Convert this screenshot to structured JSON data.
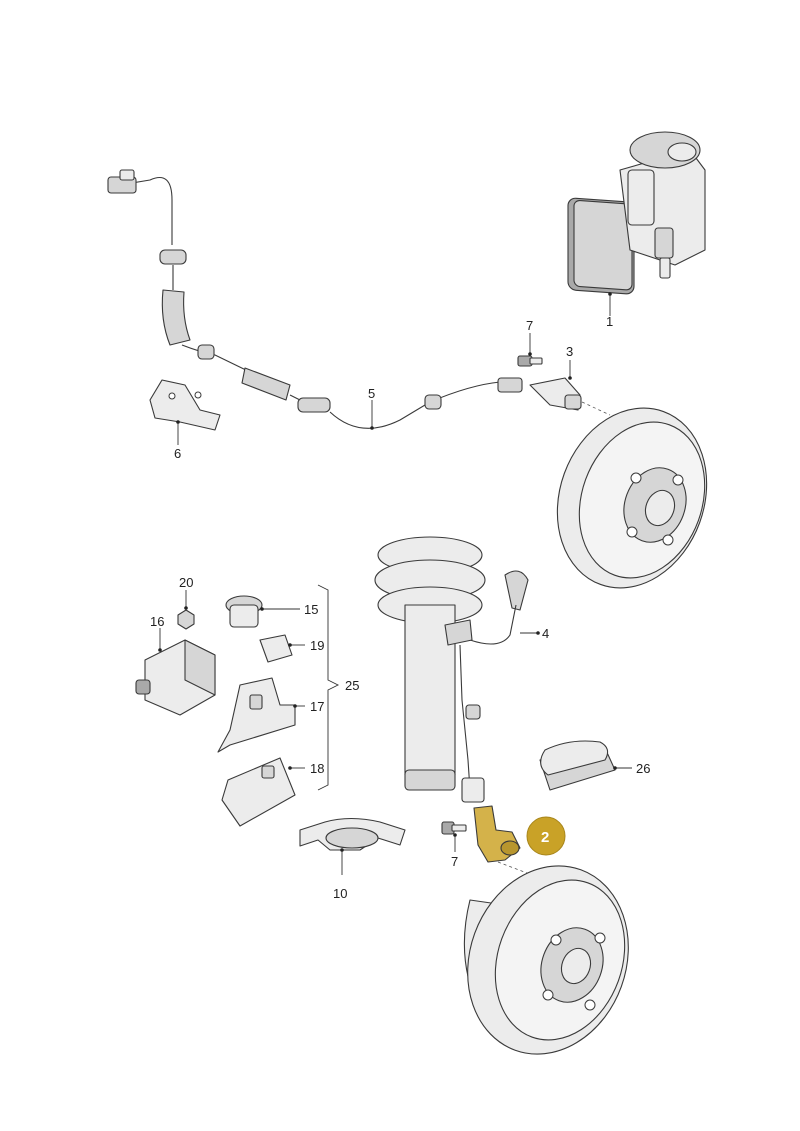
{
  "callouts": {
    "c1": "1",
    "c2": "2",
    "c3": "3",
    "c4": "4",
    "c5": "5",
    "c6": "6",
    "c7a": "7",
    "c7b": "7",
    "c10": "10",
    "c15": "15",
    "c16": "16",
    "c17": "17",
    "c18": "18",
    "c19": "19",
    "c20": "20",
    "c25": "25",
    "c26": "26"
  },
  "highlight": {
    "label": "2",
    "color": "#c9a227"
  },
  "colors": {
    "line": "#3a3a3a",
    "part_fill": "#ececec",
    "highlight_part": "#d4b24a"
  }
}
